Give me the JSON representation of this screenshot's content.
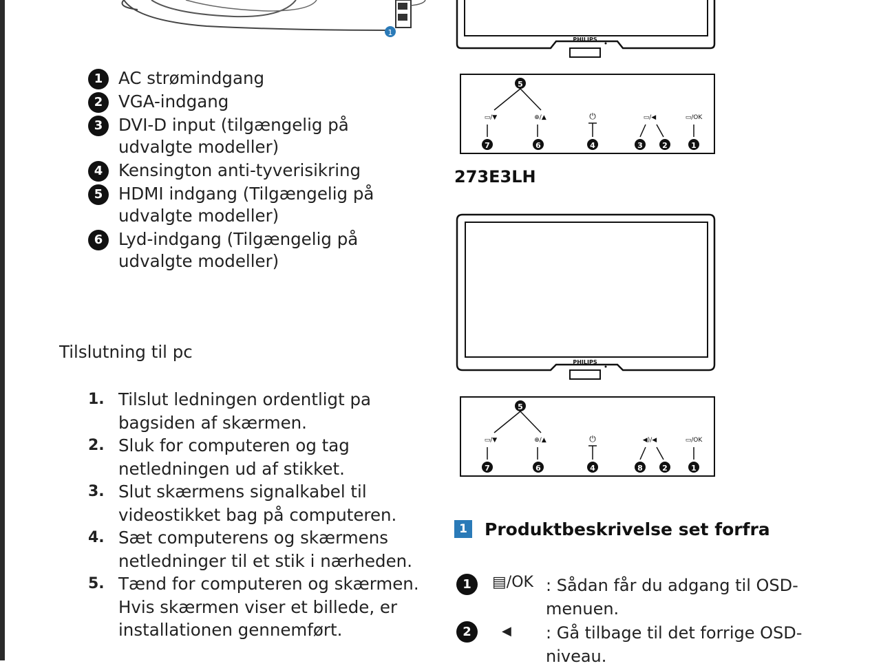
{
  "connectors": [
    {
      "num": "1",
      "text": "AC strømindgang"
    },
    {
      "num": "2",
      "text": "VGA-indgang"
    },
    {
      "num": "3",
      "text": "DVI-D input (tilgængelig på udvalgte modeller)"
    },
    {
      "num": "4",
      "text": "Kensington anti-tyverisikring"
    },
    {
      "num": "5",
      "text": "HDMI indgang (Tilgængelig på udvalgte modeller)"
    },
    {
      "num": "6",
      "text": "Lyd-indgang (Tilgængelig på udvalgte modeller)"
    }
  ],
  "pc_section_title": "Tilslutning til pc",
  "steps": [
    {
      "num": "1.",
      "text": "Tilslut ledningen ordentligt pa bagsiden af skærmen."
    },
    {
      "num": "2.",
      "text": "Sluk for computeren og tag netledningen ud af stikket."
    },
    {
      "num": "3.",
      "text": "Slut skærmens signalkabel til videostikket bag på computeren."
    },
    {
      "num": "4.",
      "text": "Sæt computerens og skærmens netledninger til et stik i nærheden."
    },
    {
      "num": "5.",
      "text": "Tænd for computeren og skærmen. Hvis skærmen viser et billede, er installationen gennemført."
    }
  ],
  "monitor_brand": "PHILIPS",
  "model_title": "273E3LH",
  "panel_top": {
    "top_num": "5",
    "labels": [
      "▭/▼",
      "⊕/▲",
      "⏻",
      "▭/◀",
      "▭/OK"
    ],
    "bottom_nums": [
      "7",
      "6",
      "4",
      "3",
      "2",
      "1"
    ]
  },
  "panel_bottom": {
    "top_num": "5",
    "labels": [
      "▭/▼",
      "⊕/▲",
      "⏻",
      "◀)/◀",
      "▭/OK"
    ],
    "bottom_nums": [
      "7",
      "6",
      "4",
      "8",
      "2",
      "1"
    ]
  },
  "front_section": {
    "badge": "1",
    "title": "Produktbeskrivelse set forfra"
  },
  "features": [
    {
      "num": "1",
      "symbol": "▤/OK",
      "text": ": Sådan får du adgang til OSD-menuen."
    },
    {
      "num": "2",
      "symbol": "◀",
      "text": ": Gå tilbage til det forrige OSD-niveau."
    }
  ],
  "callout_1": "1"
}
